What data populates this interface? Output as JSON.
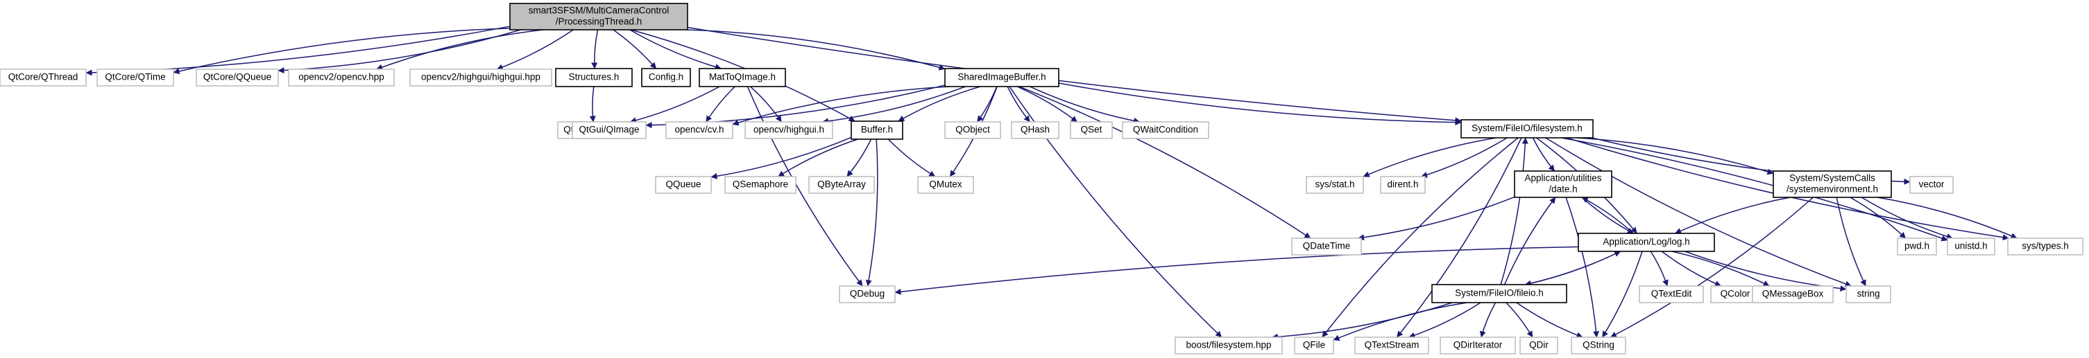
{
  "colors": {
    "edge": "#191970",
    "focus_fill": "#bfbfbf",
    "node_border": "#000000",
    "external_border": "#bfbfbf",
    "text": "#000000"
  },
  "nodes": [
    {
      "id": "processingthread",
      "lines": [
        "smart3SFSM/MultiCameraControl",
        "/ProcessingThread.h"
      ],
      "kind": "focus"
    },
    {
      "id": "qthread",
      "lines": [
        "QtCore/QThread"
      ],
      "kind": "external"
    },
    {
      "id": "qtime",
      "lines": [
        "QtCore/QTime"
      ],
      "kind": "external"
    },
    {
      "id": "qqueue_core",
      "lines": [
        "QtCore/QQueue"
      ],
      "kind": "external"
    },
    {
      "id": "opencv_hpp",
      "lines": [
        "opencv2/opencv.hpp"
      ],
      "kind": "external"
    },
    {
      "id": "highgui_hpp",
      "lines": [
        "opencv2/highgui/highgui.hpp"
      ],
      "kind": "external"
    },
    {
      "id": "structures",
      "lines": [
        "Structures.h"
      ],
      "kind": "internal"
    },
    {
      "id": "config",
      "lines": [
        "Config.h"
      ],
      "kind": "internal"
    },
    {
      "id": "mattoqimage",
      "lines": [
        "MatToQImage.h"
      ],
      "kind": "internal"
    },
    {
      "id": "sharedimagebuffer",
      "lines": [
        "SharedImageBuffer.h"
      ],
      "kind": "internal"
    },
    {
      "id": "filesystem",
      "lines": [
        "System/FileIO/filesystem.h"
      ],
      "kind": "internal"
    },
    {
      "id": "qrect",
      "lines": [
        "QtCore/QRect"
      ],
      "kind": "external"
    },
    {
      "id": "qimage",
      "lines": [
        "QtGui/QImage"
      ],
      "kind": "external"
    },
    {
      "id": "cv_h",
      "lines": [
        "opencv/cv.h"
      ],
      "kind": "external"
    },
    {
      "id": "highgui_h",
      "lines": [
        "opencv/highgui.h"
      ],
      "kind": "external"
    },
    {
      "id": "buffer",
      "lines": [
        "Buffer.h"
      ],
      "kind": "internal"
    },
    {
      "id": "qobject",
      "lines": [
        "QObject"
      ],
      "kind": "external"
    },
    {
      "id": "qhash",
      "lines": [
        "QHash"
      ],
      "kind": "external"
    },
    {
      "id": "qset",
      "lines": [
        "QSet"
      ],
      "kind": "external"
    },
    {
      "id": "qwaitcondition",
      "lines": [
        "QWaitCondition"
      ],
      "kind": "external"
    },
    {
      "id": "qqueue",
      "lines": [
        "QQueue"
      ],
      "kind": "external"
    },
    {
      "id": "qsemaphore",
      "lines": [
        "QSemaphore"
      ],
      "kind": "external"
    },
    {
      "id": "qbytearray",
      "lines": [
        "QByteArray"
      ],
      "kind": "external"
    },
    {
      "id": "qmutex",
      "lines": [
        "QMutex"
      ],
      "kind": "external"
    },
    {
      "id": "sys_stat",
      "lines": [
        "sys/stat.h"
      ],
      "kind": "external"
    },
    {
      "id": "dirent",
      "lines": [
        "dirent.h"
      ],
      "kind": "external"
    },
    {
      "id": "date",
      "lines": [
        "Application/utilities",
        "/date.h"
      ],
      "kind": "internal"
    },
    {
      "id": "systemenvironment",
      "lines": [
        "System/SystemCalls",
        "/systemenvironment.h"
      ],
      "kind": "internal"
    },
    {
      "id": "vector",
      "lines": [
        "vector"
      ],
      "kind": "external"
    },
    {
      "id": "qdatetime",
      "lines": [
        "QDateTime"
      ],
      "kind": "external"
    },
    {
      "id": "log",
      "lines": [
        "Application/Log/log.h"
      ],
      "kind": "internal"
    },
    {
      "id": "pwd",
      "lines": [
        "pwd.h"
      ],
      "kind": "external"
    },
    {
      "id": "unistd",
      "lines": [
        "unistd.h"
      ],
      "kind": "external"
    },
    {
      "id": "sys_types",
      "lines": [
        "sys/types.h"
      ],
      "kind": "external"
    },
    {
      "id": "qdebug",
      "lines": [
        "QDebug"
      ],
      "kind": "external"
    },
    {
      "id": "fileio",
      "lines": [
        "System/FileIO/fileio.h"
      ],
      "kind": "internal"
    },
    {
      "id": "qtextedit",
      "lines": [
        "QTextEdit"
      ],
      "kind": "external"
    },
    {
      "id": "qcolor",
      "lines": [
        "QColor"
      ],
      "kind": "external"
    },
    {
      "id": "qmessagebox",
      "lines": [
        "QMessageBox"
      ],
      "kind": "external"
    },
    {
      "id": "string",
      "lines": [
        "string"
      ],
      "kind": "external"
    },
    {
      "id": "boost_fs",
      "lines": [
        "boost/filesystem.hpp"
      ],
      "kind": "external"
    },
    {
      "id": "qfile",
      "lines": [
        "QFile"
      ],
      "kind": "external"
    },
    {
      "id": "qtextstream",
      "lines": [
        "QTextStream"
      ],
      "kind": "external"
    },
    {
      "id": "qdiriterator",
      "lines": [
        "QDirIterator"
      ],
      "kind": "external"
    },
    {
      "id": "qdir",
      "lines": [
        "QDir"
      ],
      "kind": "external"
    },
    {
      "id": "qstring",
      "lines": [
        "QString"
      ],
      "kind": "external"
    }
  ],
  "edges": [
    [
      "processingthread",
      "qthread"
    ],
    [
      "processingthread",
      "qtime"
    ],
    [
      "processingthread",
      "qqueue_core"
    ],
    [
      "processingthread",
      "opencv_hpp"
    ],
    [
      "processingthread",
      "highgui_hpp"
    ],
    [
      "processingthread",
      "structures"
    ],
    [
      "processingthread",
      "config"
    ],
    [
      "processingthread",
      "mattoqimage"
    ],
    [
      "processingthread",
      "sharedimagebuffer"
    ],
    [
      "processingthread",
      "filesystem"
    ],
    [
      "processingthread",
      "buffer"
    ],
    [
      "structures",
      "qrect"
    ],
    [
      "mattoqimage",
      "qimage"
    ],
    [
      "mattoqimage",
      "cv_h"
    ],
    [
      "mattoqimage",
      "highgui_h"
    ],
    [
      "mattoqimage",
      "qdebug"
    ],
    [
      "sharedimagebuffer",
      "qimage"
    ],
    [
      "sharedimagebuffer",
      "cv_h"
    ],
    [
      "sharedimagebuffer",
      "highgui_h"
    ],
    [
      "sharedimagebuffer",
      "buffer"
    ],
    [
      "sharedimagebuffer",
      "qobject"
    ],
    [
      "sharedimagebuffer",
      "qhash"
    ],
    [
      "sharedimagebuffer",
      "qset"
    ],
    [
      "sharedimagebuffer",
      "qwaitcondition"
    ],
    [
      "sharedimagebuffer",
      "qmutex"
    ],
    [
      "sharedimagebuffer",
      "filesystem"
    ],
    [
      "sharedimagebuffer",
      "qdatetime"
    ],
    [
      "sharedimagebuffer",
      "boost_fs"
    ],
    [
      "buffer",
      "qqueue"
    ],
    [
      "buffer",
      "qsemaphore"
    ],
    [
      "buffer",
      "qbytearray"
    ],
    [
      "buffer",
      "qmutex"
    ],
    [
      "buffer",
      "qdebug"
    ],
    [
      "filesystem",
      "sys_stat"
    ],
    [
      "filesystem",
      "dirent"
    ],
    [
      "filesystem",
      "date"
    ],
    [
      "filesystem",
      "systemenvironment"
    ],
    [
      "filesystem",
      "vector"
    ],
    [
      "filesystem",
      "unistd"
    ],
    [
      "filesystem",
      "sys_types"
    ],
    [
      "filesystem",
      "log"
    ],
    [
      "filesystem",
      "qfile"
    ],
    [
      "filesystem",
      "qtextstream"
    ],
    [
      "filesystem",
      "string"
    ],
    [
      "date",
      "qdatetime"
    ],
    [
      "date",
      "log"
    ],
    [
      "date",
      "qstring"
    ],
    [
      "systemenvironment",
      "log"
    ],
    [
      "systemenvironment",
      "pwd"
    ],
    [
      "systemenvironment",
      "unistd"
    ],
    [
      "systemenvironment",
      "sys_types"
    ],
    [
      "systemenvironment",
      "string"
    ],
    [
      "systemenvironment",
      "qstring"
    ],
    [
      "log",
      "date"
    ],
    [
      "log",
      "fileio"
    ],
    [
      "log",
      "qdebug"
    ],
    [
      "log",
      "qtextedit"
    ],
    [
      "log",
      "qcolor"
    ],
    [
      "log",
      "qmessagebox"
    ],
    [
      "log",
      "string"
    ],
    [
      "log",
      "qstring"
    ],
    [
      "fileio",
      "filesystem"
    ],
    [
      "fileio",
      "date"
    ],
    [
      "fileio",
      "log"
    ],
    [
      "fileio",
      "boost_fs"
    ],
    [
      "fileio",
      "qfile"
    ],
    [
      "fileio",
      "qtextstream"
    ],
    [
      "fileio",
      "qdiriterator"
    ],
    [
      "fileio",
      "qdir"
    ],
    [
      "fileio",
      "qstring"
    ]
  ]
}
